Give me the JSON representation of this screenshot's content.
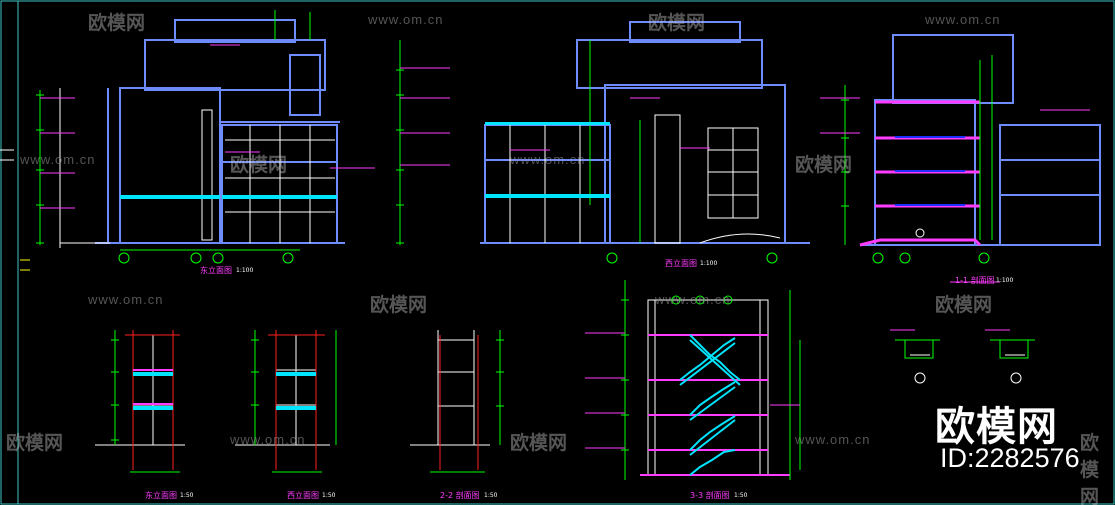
{
  "watermark": {
    "site": "www.om.cn",
    "brand": "欧模网",
    "id_label": "ID:2282576"
  },
  "drawings": {
    "east_elevation": {
      "caption": "东立面图",
      "scale": "1:100"
    },
    "west_elevation": {
      "caption": "西立面图",
      "scale": "1:100"
    },
    "section_11": {
      "caption": "1-1 剖面图",
      "scale": "1:100"
    },
    "stair_east": {
      "caption": "东立面图",
      "scale": "1:50"
    },
    "stair_west": {
      "caption": "西立面图",
      "scale": "1:50"
    },
    "section_22": {
      "caption": "2-2 剖面图",
      "scale": "1:50"
    },
    "section_33": {
      "caption": "3-3 剖面图",
      "scale": "1:50"
    }
  },
  "colors": {
    "background": "#000000",
    "wall": "#6f8cff",
    "dim": "#00ff00",
    "text": "#ff3cff",
    "white": "#ffffff",
    "cyan": "#00e5ff",
    "red": "#ff2020",
    "frame": "#3fc6c6"
  }
}
